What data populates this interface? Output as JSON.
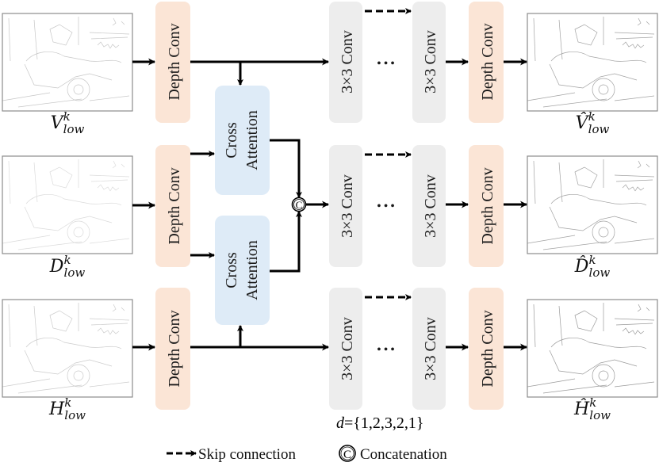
{
  "colors": {
    "depth_conv_fill": "#FBE5D6",
    "cross_attention_fill": "#DEEBF7",
    "conv3x3_fill": "#EDEDED",
    "arrow": "#000000",
    "image_border": "#8c8c8c"
  },
  "rows": [
    {
      "id": "v",
      "input_label": {
        "base": "V",
        "sup": "k",
        "sub": "low",
        "hat": false
      },
      "output_label": {
        "base": "V",
        "sup": "k",
        "sub": "low",
        "hat": true
      },
      "depth_conv_in": "Depth Conv",
      "conv_a": "3×3 Conv",
      "ellipsis": "•••",
      "conv_b": "3×3 Conv",
      "depth_conv_out": "Depth Conv"
    },
    {
      "id": "d",
      "input_label": {
        "base": "D",
        "sup": "k",
        "sub": "low",
        "hat": false
      },
      "output_label": {
        "base": "D",
        "sup": "k",
        "sub": "low",
        "hat": true
      },
      "depth_conv_in": "Depth Conv",
      "conv_a": "3×3 Conv",
      "ellipsis": "•••",
      "conv_b": "3×3 Conv",
      "depth_conv_out": "Depth Conv"
    },
    {
      "id": "h",
      "input_label": {
        "base": "H",
        "sup": "k",
        "sub": "low",
        "hat": false
      },
      "output_label": {
        "base": "H",
        "sup": "k",
        "sub": "low",
        "hat": true
      },
      "depth_conv_in": "Depth Conv",
      "conv_a": "3×3 Conv",
      "ellipsis": "•••",
      "conv_b": "3×3 Conv",
      "depth_conv_out": "Depth Conv"
    }
  ],
  "cross_attention": [
    {
      "line1": "Cross",
      "line2": "Attention"
    },
    {
      "line1": "Cross",
      "line2": "Attention"
    }
  ],
  "concat_symbol": "C",
  "dilation": {
    "var": "d",
    "text": "={1,2,3,2,1}"
  },
  "legend": {
    "skip_label": "Skip connection",
    "concat_symbol": "C",
    "concat_label": "Concatenation"
  }
}
